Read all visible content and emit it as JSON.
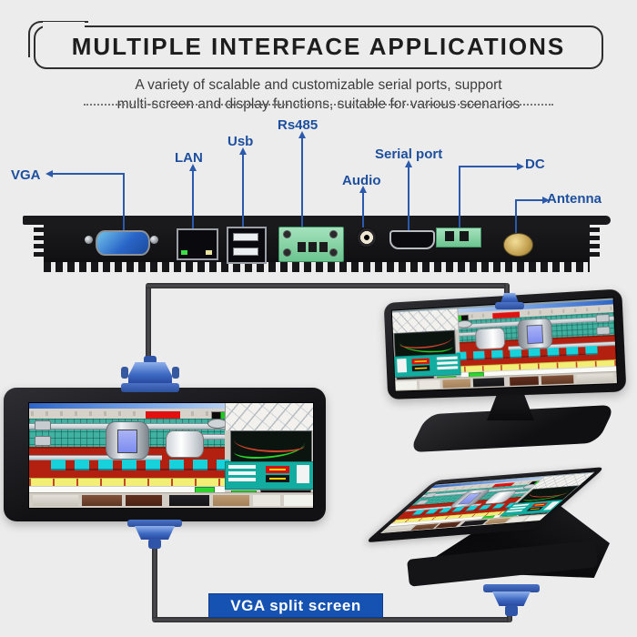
{
  "header": {
    "title": "MULTIPLE INTERFACE APPLICATIONS",
    "subtitle_line1": "A variety of scalable and customizable serial ports, support",
    "subtitle_line2": "multi-screen and display functions, suitable for various scenarios"
  },
  "port_labels": {
    "vga": "VGA",
    "lan": "LAN",
    "usb": "Usb",
    "rs485": "Rs485",
    "audio": "Audio",
    "serial": "Serial port",
    "dc": "DC",
    "antenna": "Antenna"
  },
  "footer": {
    "banner": "VGA split screen"
  },
  "colors": {
    "label_blue": "#1d4f9e",
    "leader_line_blue": "#2b59ab",
    "banner_blue": "#1552b2",
    "panel_black": "#17171a",
    "connector_blue": "#3f6bc4",
    "terminal_green": "#7ed6a0",
    "antenna_gold": "#c3a050"
  }
}
